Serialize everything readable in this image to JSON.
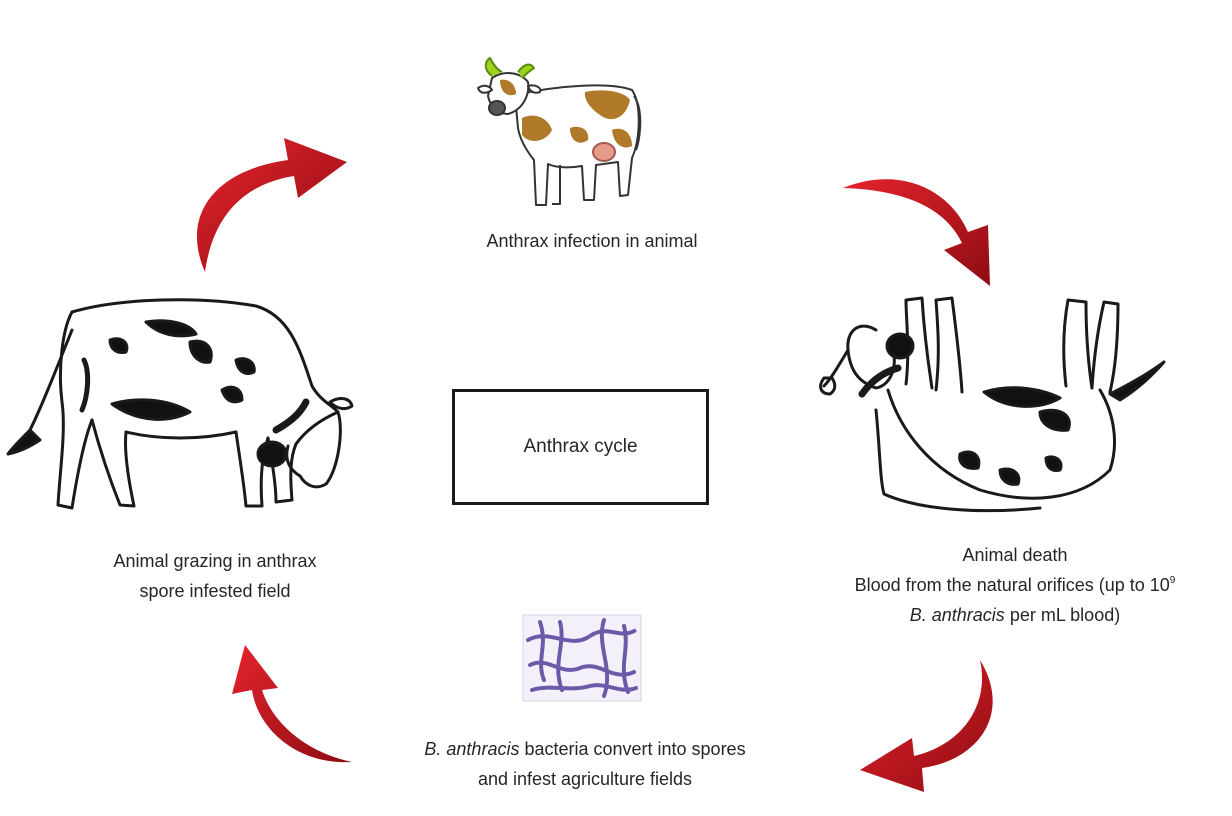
{
  "diagram": {
    "center_title": "Anthrax cycle",
    "stages": {
      "infection": {
        "text": "Anthrax infection in animal"
      },
      "death": {
        "line1": "Animal death",
        "line2_prefix": "Blood from the natural orifices (up to 10",
        "line2_exponent": "9",
        "line3_species": "B. anthracis",
        "line3_rest": " per mL blood)"
      },
      "spores": {
        "line1_species": "B. anthracis",
        "line1_rest": " bacteria convert into spores",
        "line2": "and infest agriculture fields"
      },
      "grazing": {
        "line1": "Animal grazing in anthrax",
        "line2": "spore infested field"
      }
    },
    "colors": {
      "arrow": "#c8141e",
      "arrow_dark": "#8e0c12",
      "cow_patch_brown": "#b07a2a",
      "cow_horn_green": "#9fd21d",
      "udder_pink": "#e89a8a",
      "bacteria_purple": "#6b5aa8"
    }
  }
}
